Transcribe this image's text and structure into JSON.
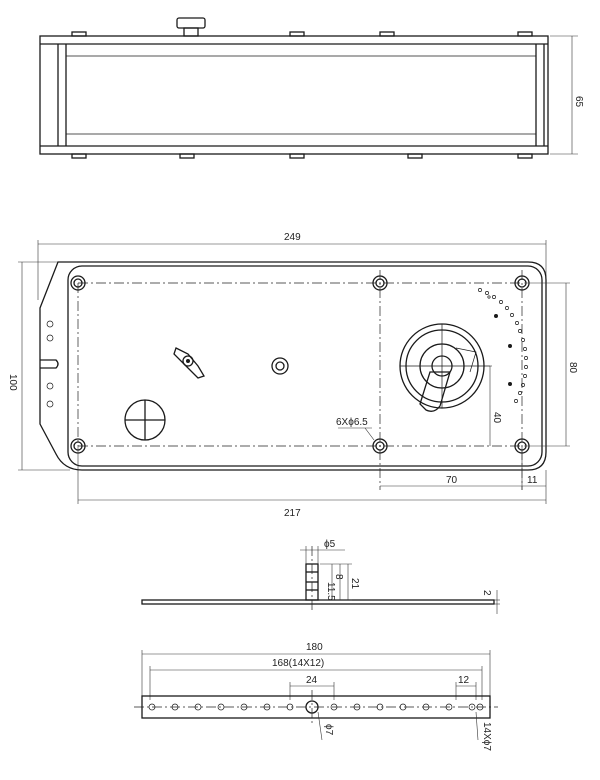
{
  "dimensions": {
    "top_height": "65",
    "overall_length": "249",
    "base_length": "217",
    "width": "100",
    "hole_span": "80",
    "shaft_offset_x": "70",
    "shaft_offset_end": "11",
    "shaft_offset_y": "40",
    "mount_holes": "6Xϕ6.5",
    "pin_dia": "ϕ5",
    "pin_height": "21",
    "pin_upper": "11.5",
    "pin_lower": "8",
    "plate_thickness": "2",
    "strip_length": "180",
    "strip_pitch_total": "168(14X12)",
    "strip_center": "24",
    "strip_pitch": "12",
    "strip_center_hole": "ϕ7",
    "strip_holes": "14Xϕ7"
  }
}
